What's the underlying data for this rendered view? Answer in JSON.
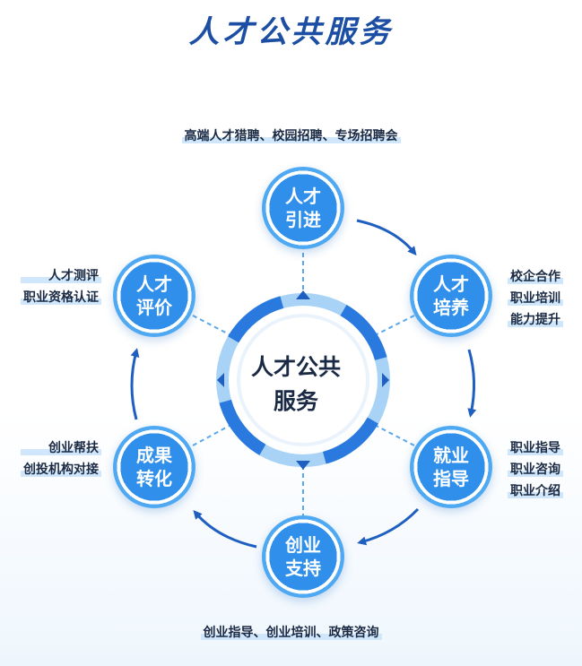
{
  "title": "人才公共服务",
  "center": {
    "line1": "人才公共",
    "line2": "服务"
  },
  "nodes": [
    {
      "line1": "人才",
      "line2": "引进"
    },
    {
      "line1": "人才",
      "line2": "培养"
    },
    {
      "line1": "就业",
      "line2": "指导"
    },
    {
      "line1": "创业",
      "line2": "支持"
    },
    {
      "line1": "成果",
      "line2": "转化"
    },
    {
      "line1": "人才",
      "line2": "评价"
    }
  ],
  "notes": {
    "top": "高端人才猎聘、校园招聘、专场招聘会",
    "training": [
      "校企合作",
      "职业培训",
      "能力提升"
    ],
    "employment": [
      "职业指导",
      "职业咨询",
      "职业介绍"
    ],
    "startup": "创业指导、创业培训、政策咨询",
    "transform": [
      "创业帮扶",
      "创投机构对接"
    ],
    "evaluation": [
      "人才测评",
      "职业资格认证"
    ]
  },
  "colors": {
    "primary": "#1c4fa3",
    "node": "#2f8fea",
    "ring": "#4fa9f2",
    "light": "#a8d3f7"
  }
}
